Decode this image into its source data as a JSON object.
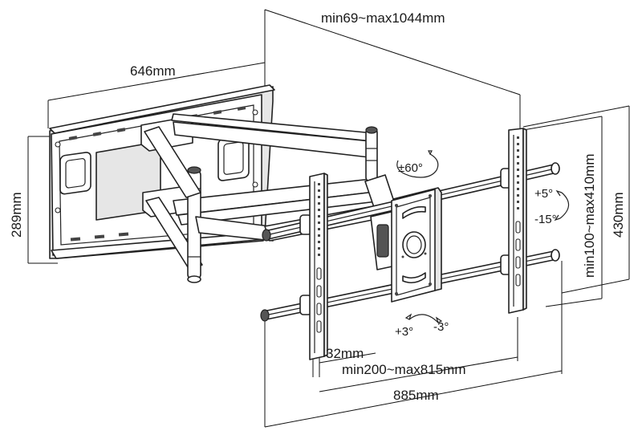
{
  "diagram": {
    "dimensions": {
      "wall_plate_width": "646mm",
      "wall_plate_height": "289mm",
      "extension": "min69~max1044mm",
      "vesa_vertical": "min100~max410mm",
      "bracket_height": "430mm",
      "bracket_offset": "32mm",
      "vesa_horizontal": "min200~max815mm",
      "overall_width": "885mm"
    },
    "adjustments": {
      "swivel": "±60°",
      "tilt_up": "+5°",
      "tilt_down": "-15°",
      "level_plus": "+3°",
      "level_minus": "-3°"
    }
  }
}
